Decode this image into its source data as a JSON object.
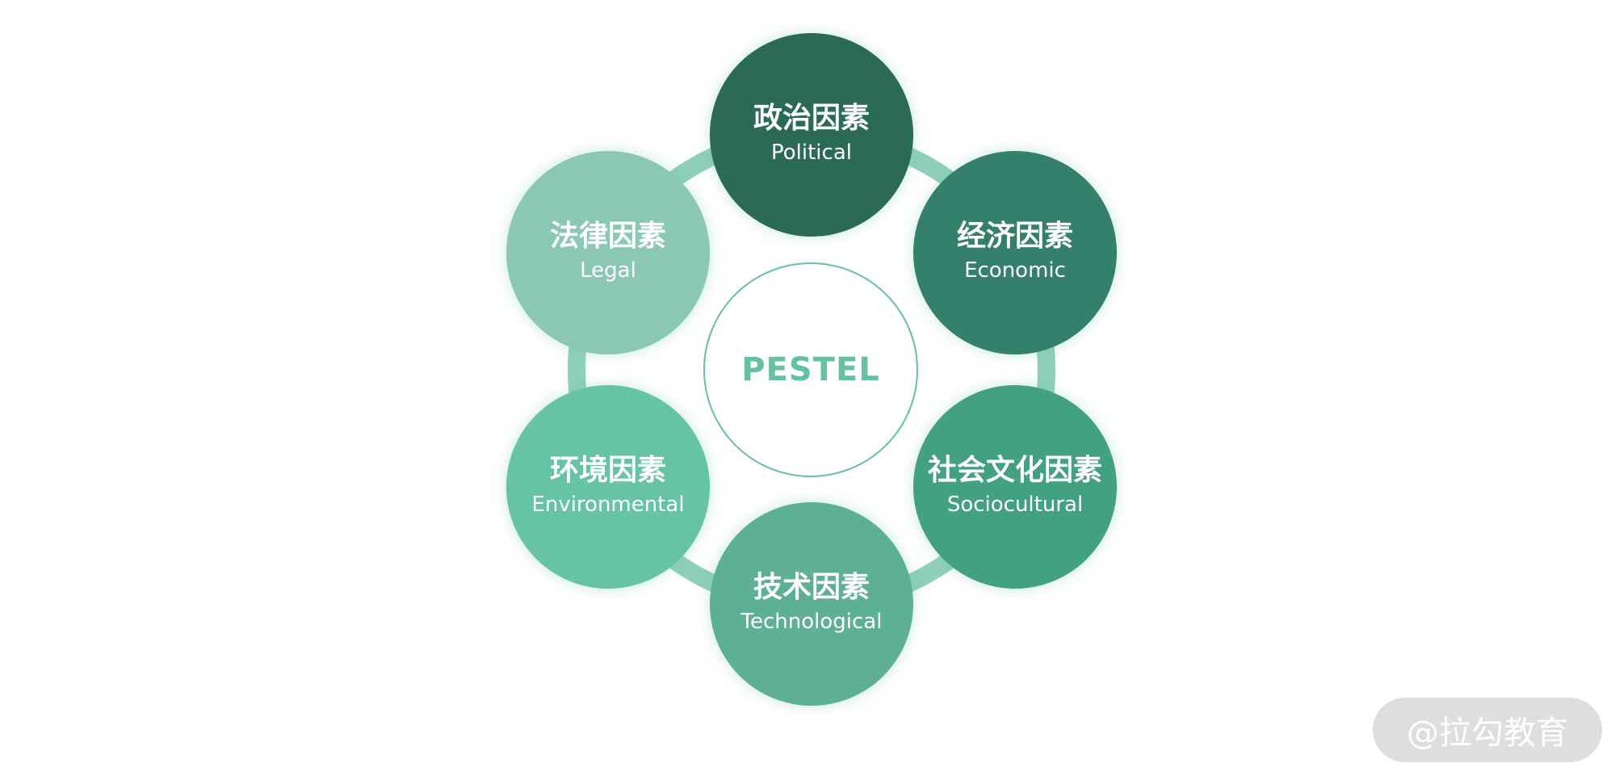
{
  "center": {
    "label": "PESTEL"
  },
  "nodes": [
    {
      "key": "political",
      "cn": "政治因素",
      "en": "Political",
      "color": "#2a6a57"
    },
    {
      "key": "economic",
      "cn": "经济因素",
      "en": "Economic",
      "color": "#34806a"
    },
    {
      "key": "sociocultural",
      "cn": "社会文化因素",
      "en": "Sociocultural",
      "color": "#42a083"
    },
    {
      "key": "technological",
      "cn": "技术因素",
      "en": "Technological",
      "color": "#5db095"
    },
    {
      "key": "environmental",
      "cn": "环境因素",
      "en": "Environmental",
      "color": "#66c3a6"
    },
    {
      "key": "legal",
      "cn": "法律因素",
      "en": "Legal",
      "color": "#8ac8b1"
    }
  ],
  "ring_colors": [
    "#62b99b",
    "#8fd0b9",
    "#b8e2d3"
  ],
  "watermark": {
    "text": "@拉勾教育"
  }
}
